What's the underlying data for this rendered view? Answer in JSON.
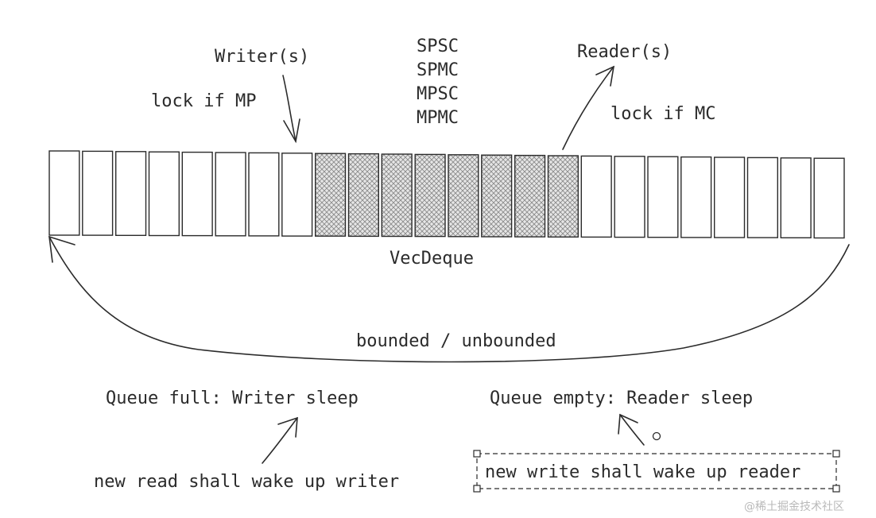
{
  "diagram": {
    "writer_label": "Writer(s)",
    "writer_lock_note": "lock if MP",
    "reader_label": "Reader(s)",
    "reader_lock_note": "lock if MC",
    "queue_modes": [
      "SPSC",
      "SPMC",
      "MPSC",
      "MPMC"
    ],
    "buffer_label": "VecDeque",
    "capacity_label": "bounded / unbounded",
    "full_note": "Queue full: Writer sleep",
    "full_wake_note": "new read shall wake up writer",
    "empty_note": "Queue empty: Reader sleep",
    "empty_wake_note": "new write shall wake up reader",
    "buffer": {
      "total_slots": 24,
      "filled_slots": [
        8,
        9,
        10,
        11,
        12,
        13,
        14,
        15
      ]
    }
  },
  "watermark": "@稀土掘金技术社区",
  "colors": {
    "ink": "#2b2b2b",
    "hatch": "#8a8a8a",
    "watermark": "#b9b9b9",
    "background": "#ffffff"
  }
}
